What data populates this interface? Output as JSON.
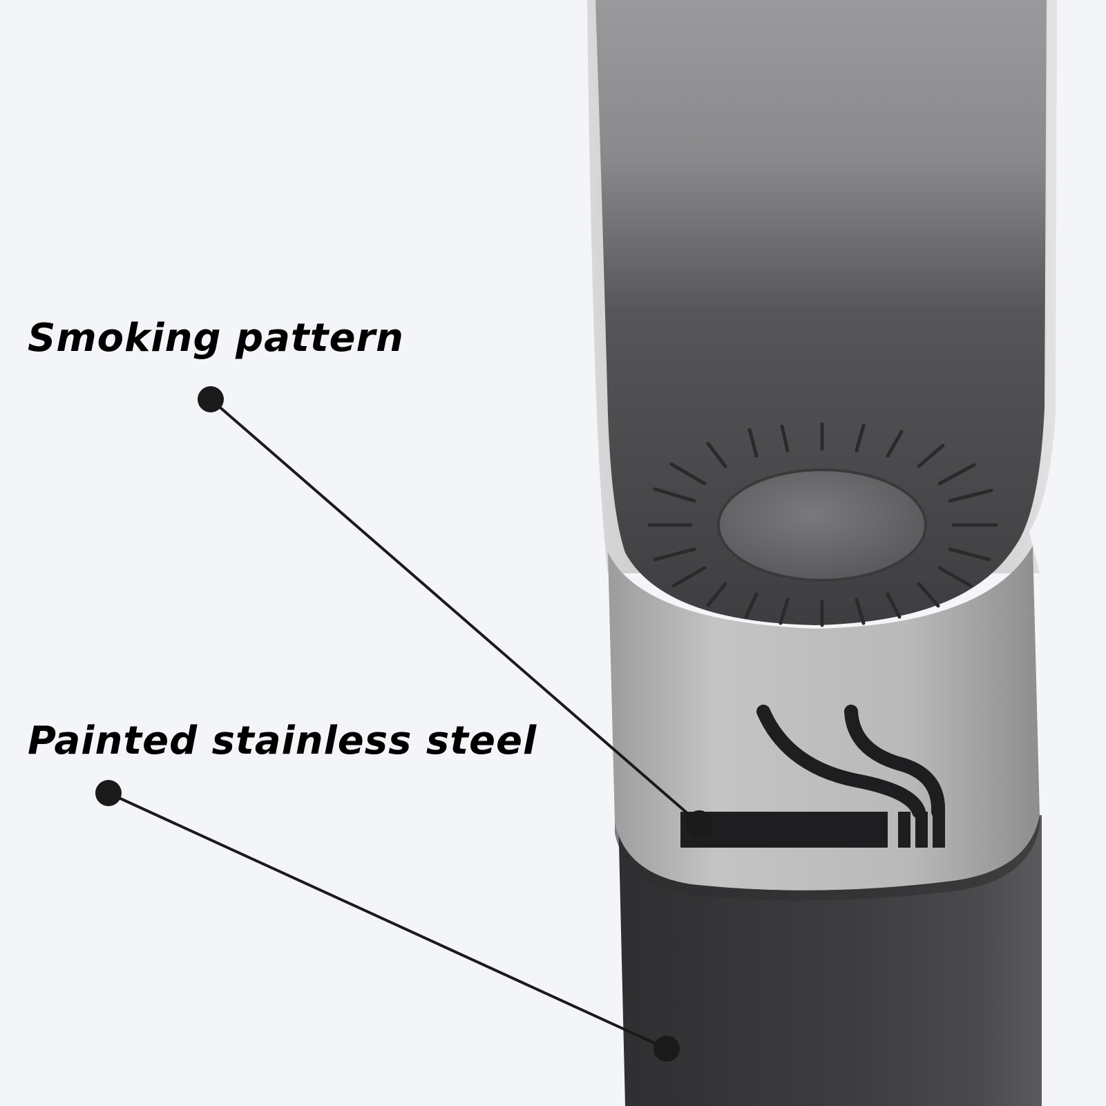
{
  "callouts": {
    "smoking_pattern": "Smoking pattern",
    "painted_steel": "Painted stainless steel"
  },
  "colors": {
    "background": "#f4f5f9",
    "body_dark": "#3b3b3d",
    "steel_band": "#bdbdbd",
    "bowl_dark": "#454547",
    "leader_line": "#1a1a1a"
  },
  "icons": {
    "band_icon": "smoking-symbol-icon",
    "bowl_drain": "radial-drain-pattern"
  }
}
